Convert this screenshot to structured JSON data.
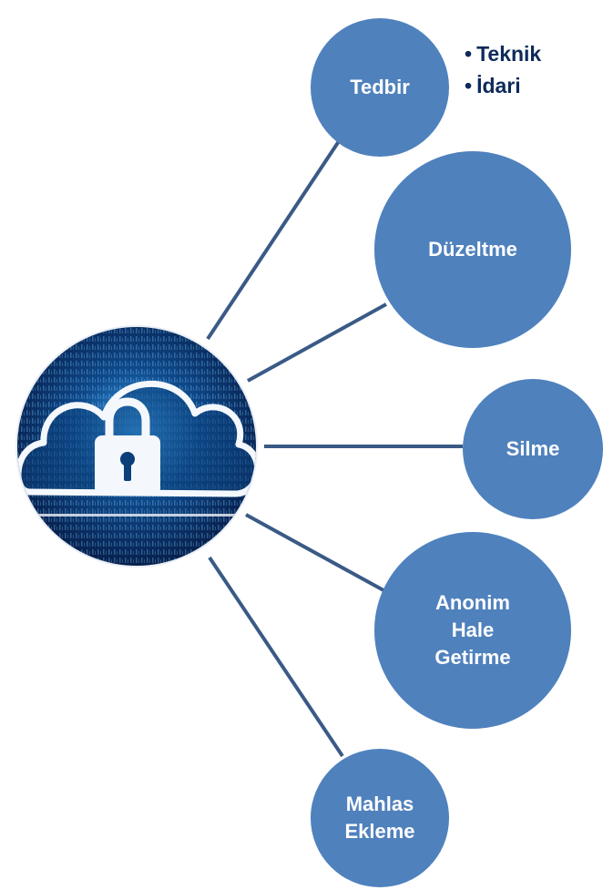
{
  "colors": {
    "node_fill": "#4f81bd",
    "connector": "#3a5a86",
    "bullet_text": "#0d2a5a",
    "hub_dark": "#061a44",
    "hub_mid": "#0f4a8c",
    "hub_glow": "#3fa9f5",
    "cloud_white": "#f4f8fc"
  },
  "hub": {
    "icon": "cloud-lock-icon"
  },
  "nodes": {
    "tedbir": "Tedbir",
    "duzeltme": "Düzeltme",
    "silme": "Silme",
    "anonim": "Anonim\nHale\nGetirme",
    "mahlas": "Mahlas\nEkleme"
  },
  "tedbir_bullets": [
    "Teknik",
    "İdari"
  ]
}
